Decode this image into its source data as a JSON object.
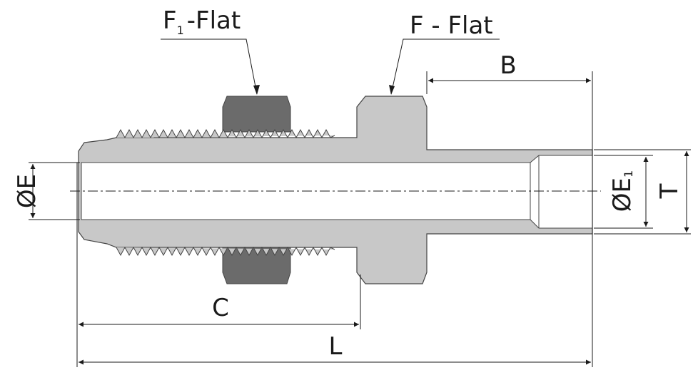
{
  "labels": {
    "f1_flat": "F",
    "f1_flat_sub": "1",
    "f1_flat_suffix": "-Flat",
    "f_flat": "F - Flat",
    "b": "B",
    "phi_e": "ØE",
    "phi_e1": "ØE",
    "phi_e1_sub": "1",
    "t": "T",
    "c": "C",
    "l": "L"
  },
  "colors": {
    "body": "#c8c8c8",
    "nut": "#6b6b6b",
    "bore": "#ffffff",
    "outline": "#444444",
    "dimension": "#1a1a1a"
  }
}
